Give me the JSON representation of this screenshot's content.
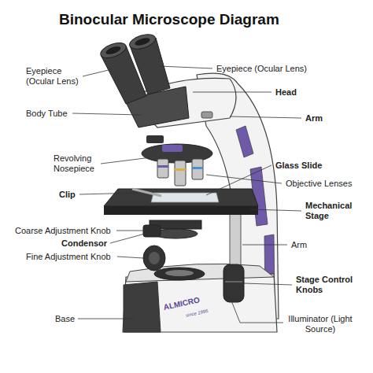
{
  "diagram": {
    "title": "Binocular Microscope Diagram",
    "labels": [
      "Eyepiece (Ocular Lens)",
      "Eyepiece (Ocular Lens)",
      "Head",
      "Body Tube",
      "Arm",
      "Revolving Nosepiece",
      "Glass Slide",
      "Objective Lenses",
      "Clip",
      "Mechanical Stage",
      "Coarse Adjustment Knob",
      "Condensor",
      "Arm",
      "Fine Adjustment Knob",
      "Stage Control Knobs",
      "Base",
      "Illuminator (Light Source)",
      "ALMICRO",
      "since 1995"
    ]
  }
}
